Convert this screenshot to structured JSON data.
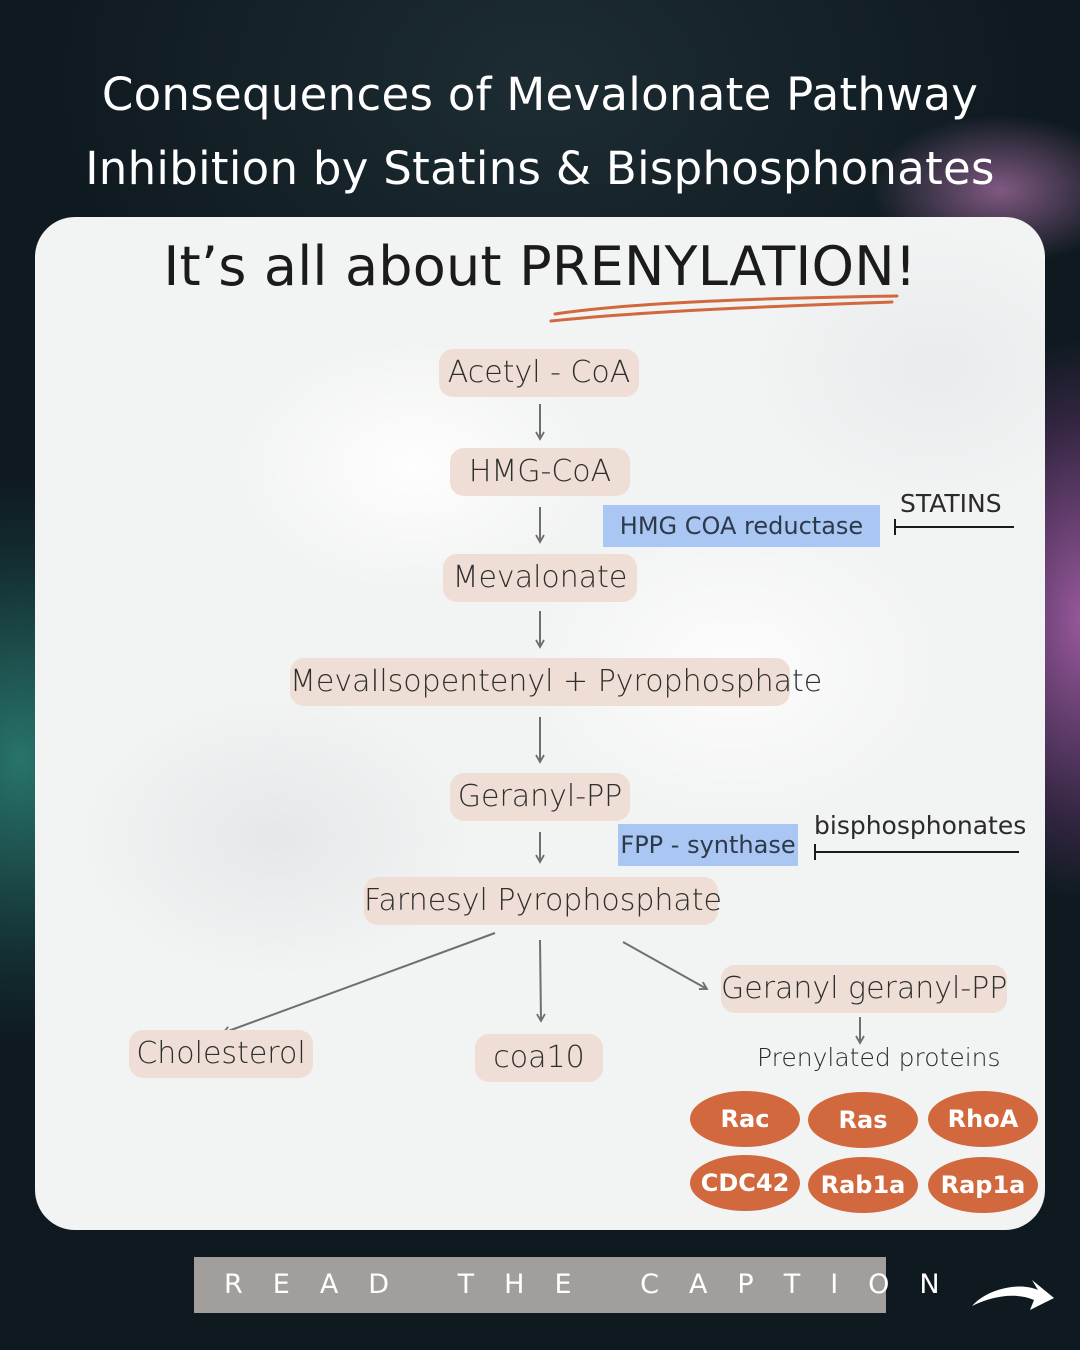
{
  "header": {
    "title_line1": "Consequences of Mevalonate Pathway",
    "title_line2": "Inhibition by Statins & Bisphosphonates"
  },
  "card": {
    "headline": "It’s all about PRENYLATION!",
    "underline_color": "#d2683d"
  },
  "pathway": {
    "steps": [
      "Acetyl - CoA",
      "HMG-CoA",
      "Mevalonate",
      "MevaIlsopentenyl + Pyrophosphate",
      "Geranyl-PP",
      "Farnesyl Pyrophosphate"
    ],
    "enzymes": [
      {
        "label": "HMG COA reductase",
        "inhibitor": "STATINS"
      },
      {
        "label": "FPP - synthase",
        "inhibitor": "bisphosphonates"
      }
    ],
    "products": [
      "Cholesterol",
      "coa10",
      "Geranyl geranyl-PP"
    ],
    "prenylated_label": "Prenylated proteins",
    "proteins": [
      "Rac",
      "Ras",
      "RhoA",
      "CDC42",
      "Rab1a",
      "Rap1a"
    ]
  },
  "colors": {
    "step_box": "#eeded5",
    "enzyme_box": "#a9c7f2",
    "protein_pill": "#d2683d",
    "footer_bar": "#a19e9b"
  },
  "footer": {
    "cta": "READ THE CAPTION",
    "next_icon": "curved-arrow-right-icon"
  }
}
